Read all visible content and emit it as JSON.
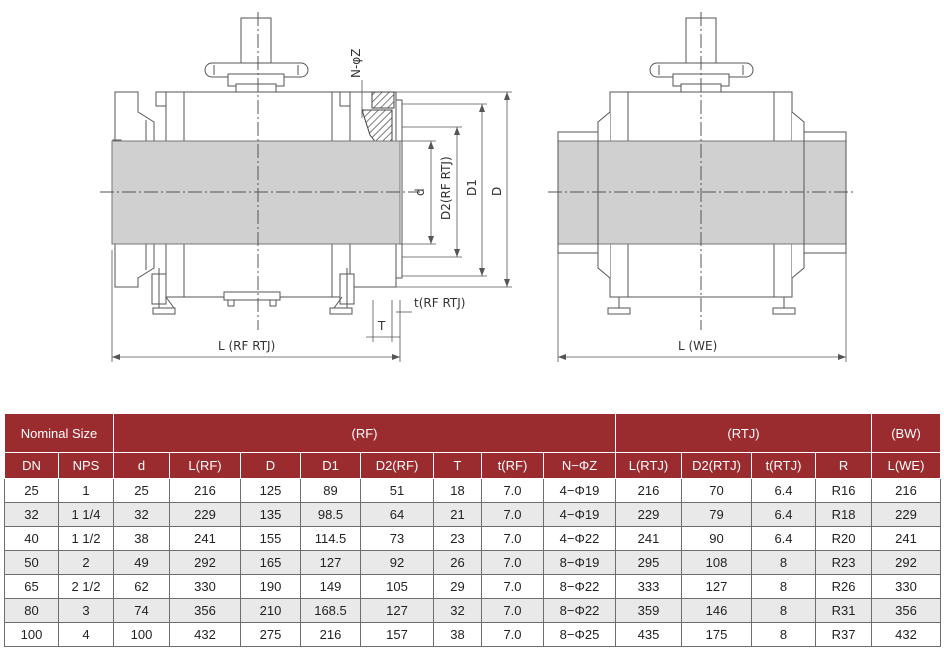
{
  "drawing": {
    "left_labels": {
      "bolt_holes": "N-φZ",
      "bore": "d",
      "d2": "D2(RF RTJ)",
      "d1": "D1",
      "outer_d": "D",
      "flange_t": "t(RF RTJ)",
      "raised_face_t": "T",
      "length": "L (RF RTJ)"
    },
    "right_labels": {
      "length": "L (WE)"
    },
    "colors": {
      "line": "#555555",
      "bore_fill": "#d0d0d0",
      "hatch": "#444444"
    }
  },
  "table": {
    "group_headers": {
      "nominal": "Nominal Size",
      "rf": "(RF)",
      "rtj": "(RTJ)",
      "bw": "(BW)"
    },
    "columns": [
      "DN",
      "NPS",
      "d",
      "L(RF)",
      "D",
      "D1",
      "D2(RF)",
      "T",
      "t(RF)",
      "N−ΦZ",
      "L(RTJ)",
      "D2(RTJ)",
      "t(RTJ)",
      "R",
      "L(WE)"
    ],
    "rows": [
      [
        "25",
        "1",
        "25",
        "216",
        "125",
        "89",
        "51",
        "18",
        "7.0",
        "4−Φ19",
        "216",
        "70",
        "6.4",
        "R16",
        "216"
      ],
      [
        "32",
        "1 1/4",
        "32",
        "229",
        "135",
        "98.5",
        "64",
        "21",
        "7.0",
        "4−Φ19",
        "229",
        "79",
        "6.4",
        "R18",
        "229"
      ],
      [
        "40",
        "1 1/2",
        "38",
        "241",
        "155",
        "114.5",
        "73",
        "23",
        "7.0",
        "4−Φ22",
        "241",
        "90",
        "6.4",
        "R20",
        "241"
      ],
      [
        "50",
        "2",
        "49",
        "292",
        "165",
        "127",
        "92",
        "26",
        "7.0",
        "8−Φ19",
        "295",
        "108",
        "8",
        "R23",
        "292"
      ],
      [
        "65",
        "2 1/2",
        "62",
        "330",
        "190",
        "149",
        "105",
        "29",
        "7.0",
        "8−Φ22",
        "333",
        "127",
        "8",
        "R26",
        "330"
      ],
      [
        "80",
        "3",
        "74",
        "356",
        "210",
        "168.5",
        "127",
        "32",
        "7.0",
        "8−Φ22",
        "359",
        "146",
        "8",
        "R31",
        "356"
      ],
      [
        "100",
        "4",
        "100",
        "432",
        "275",
        "216",
        "157",
        "38",
        "7.0",
        "8−Φ25",
        "435",
        "175",
        "8",
        "R37",
        "432"
      ]
    ]
  }
}
